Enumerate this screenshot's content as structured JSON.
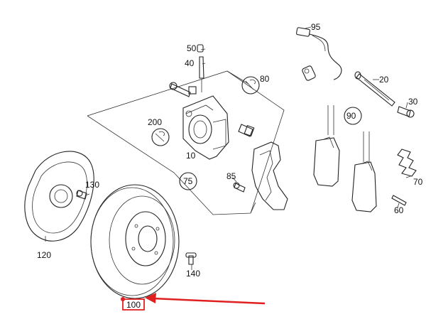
{
  "diagram": {
    "parts": {
      "p10": "10",
      "p20": "20",
      "p30": "30",
      "p40": "40",
      "p50": "50",
      "p60": "60",
      "p70": "70",
      "p80": "80",
      "p85": "85",
      "p90": "90",
      "p95": "95",
      "p100": "100",
      "p120": "120",
      "p130": "130",
      "p140": "140",
      "p200": "200",
      "p75": "75"
    },
    "highlight": {
      "color": "#e02020",
      "target_part": "100"
    }
  }
}
